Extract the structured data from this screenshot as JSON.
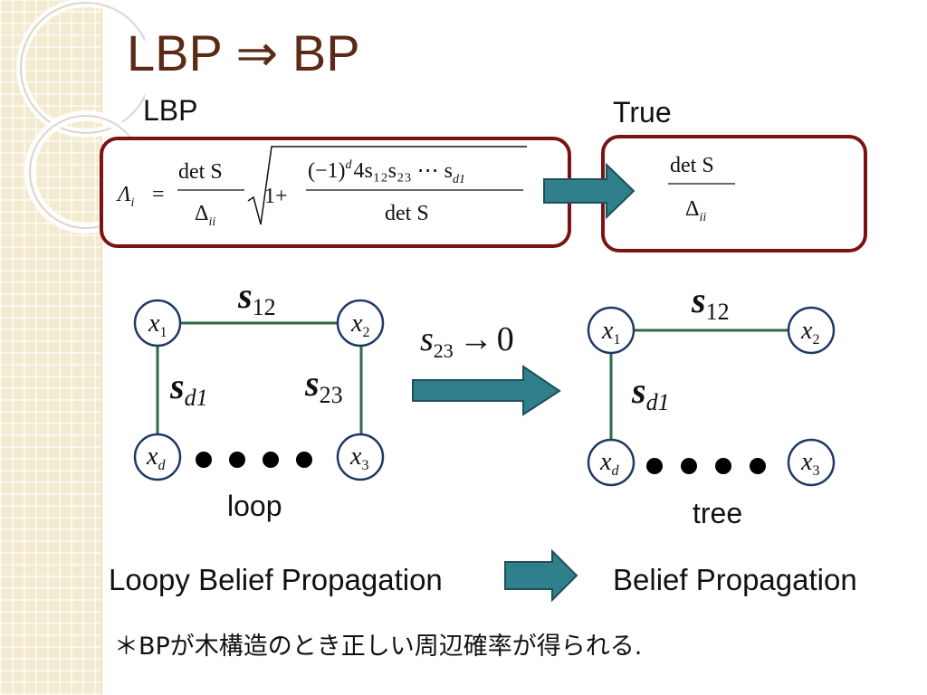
{
  "title": "LBP ⇒ BP",
  "lbp_label": "LBP",
  "true_label": "True",
  "formula_lbp": {
    "lhs": "Λ",
    "lhs_sub": "i",
    "equals": "=",
    "num": "det S",
    "den": "Δ",
    "den_sub": "ii",
    "one_plus": "1+",
    "inner_num": "(−1)",
    "inner_num_sup": "d",
    "inner_num_rest": "4s₁₂s₂₃ ⋯ s",
    "inner_num_sub": "d1",
    "inner_den": "det S"
  },
  "formula_true": {
    "num": "det S",
    "den": "Δ",
    "den_sub": "ii"
  },
  "loop_graph": {
    "nodes": [
      {
        "id": "x",
        "sub": "1"
      },
      {
        "id": "x",
        "sub": "2"
      },
      {
        "id": "x",
        "sub": "d"
      },
      {
        "id": "x",
        "sub": "3"
      }
    ],
    "edges": [
      {
        "s": "s",
        "sub": "12"
      },
      {
        "s": "s",
        "sub": "d1"
      },
      {
        "s": "s",
        "sub": "23"
      }
    ],
    "caption": "loop"
  },
  "transition": {
    "s": "s",
    "sub": "23",
    "arrow": "→",
    "value": "0"
  },
  "tree_graph": {
    "nodes": [
      {
        "id": "x",
        "sub": "1"
      },
      {
        "id": "x",
        "sub": "2"
      },
      {
        "id": "x",
        "sub": "d"
      },
      {
        "id": "x",
        "sub": "3"
      }
    ],
    "edges": [
      {
        "s": "s",
        "sub": "12"
      },
      {
        "s": "s",
        "sub": "d1"
      }
    ],
    "caption": "tree"
  },
  "bottom_left": "Loopy Belief Propagation",
  "bottom_right": "Belief Propagation",
  "note": "＊BPが木構造のとき正しい周辺確率が得られる.",
  "colors": {
    "title": "#5b2b17",
    "box_border": "#7a1414",
    "arrow_fill": "#2f7f8c",
    "arrow_stroke": "#1f4f5a",
    "node_border": "#1f3864",
    "edge": "#2e6b49"
  }
}
